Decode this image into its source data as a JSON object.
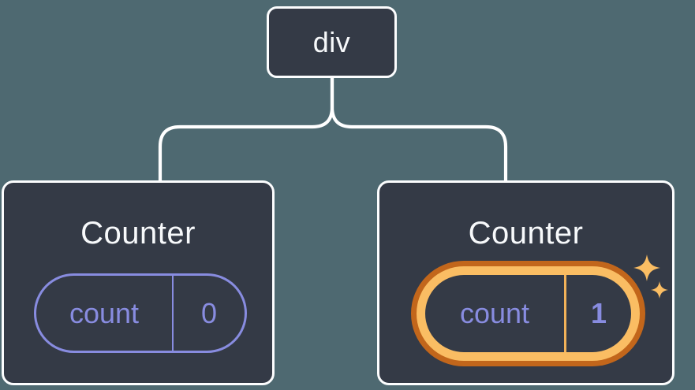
{
  "diagram": {
    "description": "React component tree: div root with two Counter children; second Counter state pill is highlighted",
    "root_node": {
      "label": "div"
    },
    "children": [
      {
        "title": "Counter",
        "state": {
          "key": "count",
          "value": "0"
        },
        "highlighted": false
      },
      {
        "title": "Counter",
        "state": {
          "key": "count",
          "value": "1"
        },
        "highlighted": true,
        "badge_icon": "sparkles-icon"
      }
    ],
    "colors": {
      "background": "#4E6971",
      "node_bg": "#343A46",
      "node_border": "#FCFDFE",
      "connector": "#FFFFFF",
      "state_purple": "#888CE0",
      "highlight_orange_dark": "#C2661B",
      "highlight_orange_light": "#FABD63",
      "title_text": "#F7F9FB"
    }
  }
}
